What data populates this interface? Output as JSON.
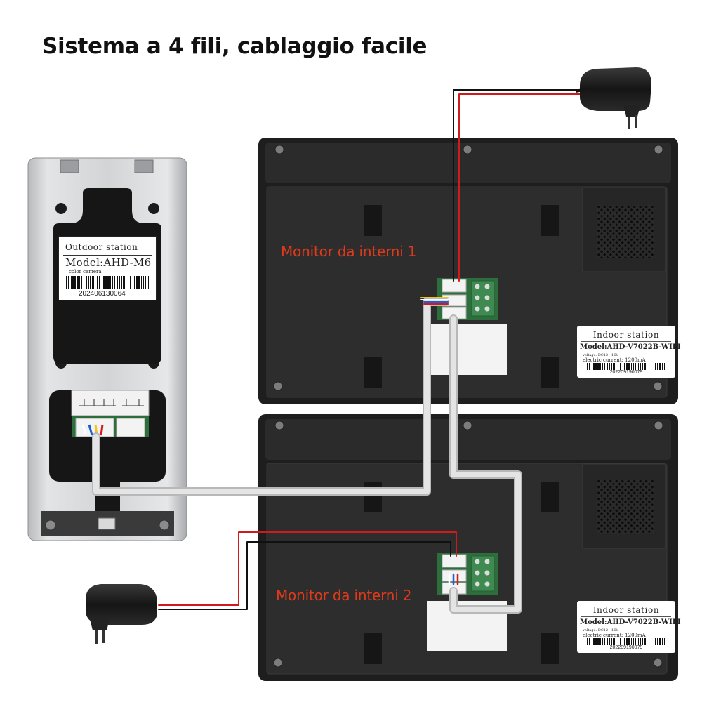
{
  "title": "Sistema a 4 fili, cablaggio facile",
  "labels": {
    "monitor1": "Monitor da interni 1",
    "monitor2": "Monitor da interni 2"
  },
  "outdoor_station": {
    "heading": "Outdoor station",
    "model": "Model:AHD-M6",
    "subtitle": "color camera",
    "serial": "202406130064"
  },
  "indoor_station_1": {
    "heading": "Indoor station",
    "model": "Model:AHD-V7022B-WIFI",
    "voltage": "voltage: DC12 - 16V",
    "current": "electric current: 1200mA",
    "serial": "202209190079"
  },
  "indoor_station_2": {
    "heading": "Indoor station",
    "model": "Model:AHD-V7022B-WIFI",
    "voltage": "voltage: DC12 - 16V",
    "current": "electric current: 1200mA",
    "serial": "202209190079"
  },
  "colors": {
    "monitor_body": "#1e1e1f",
    "monitor_panel": "#2d2d2e",
    "outdoor_body": "#cfd0d2",
    "cable_gray": "#dcdcdc",
    "wire_red": "#d21a1a",
    "wire_black": "#111111",
    "label_red": "#e03a1a"
  }
}
